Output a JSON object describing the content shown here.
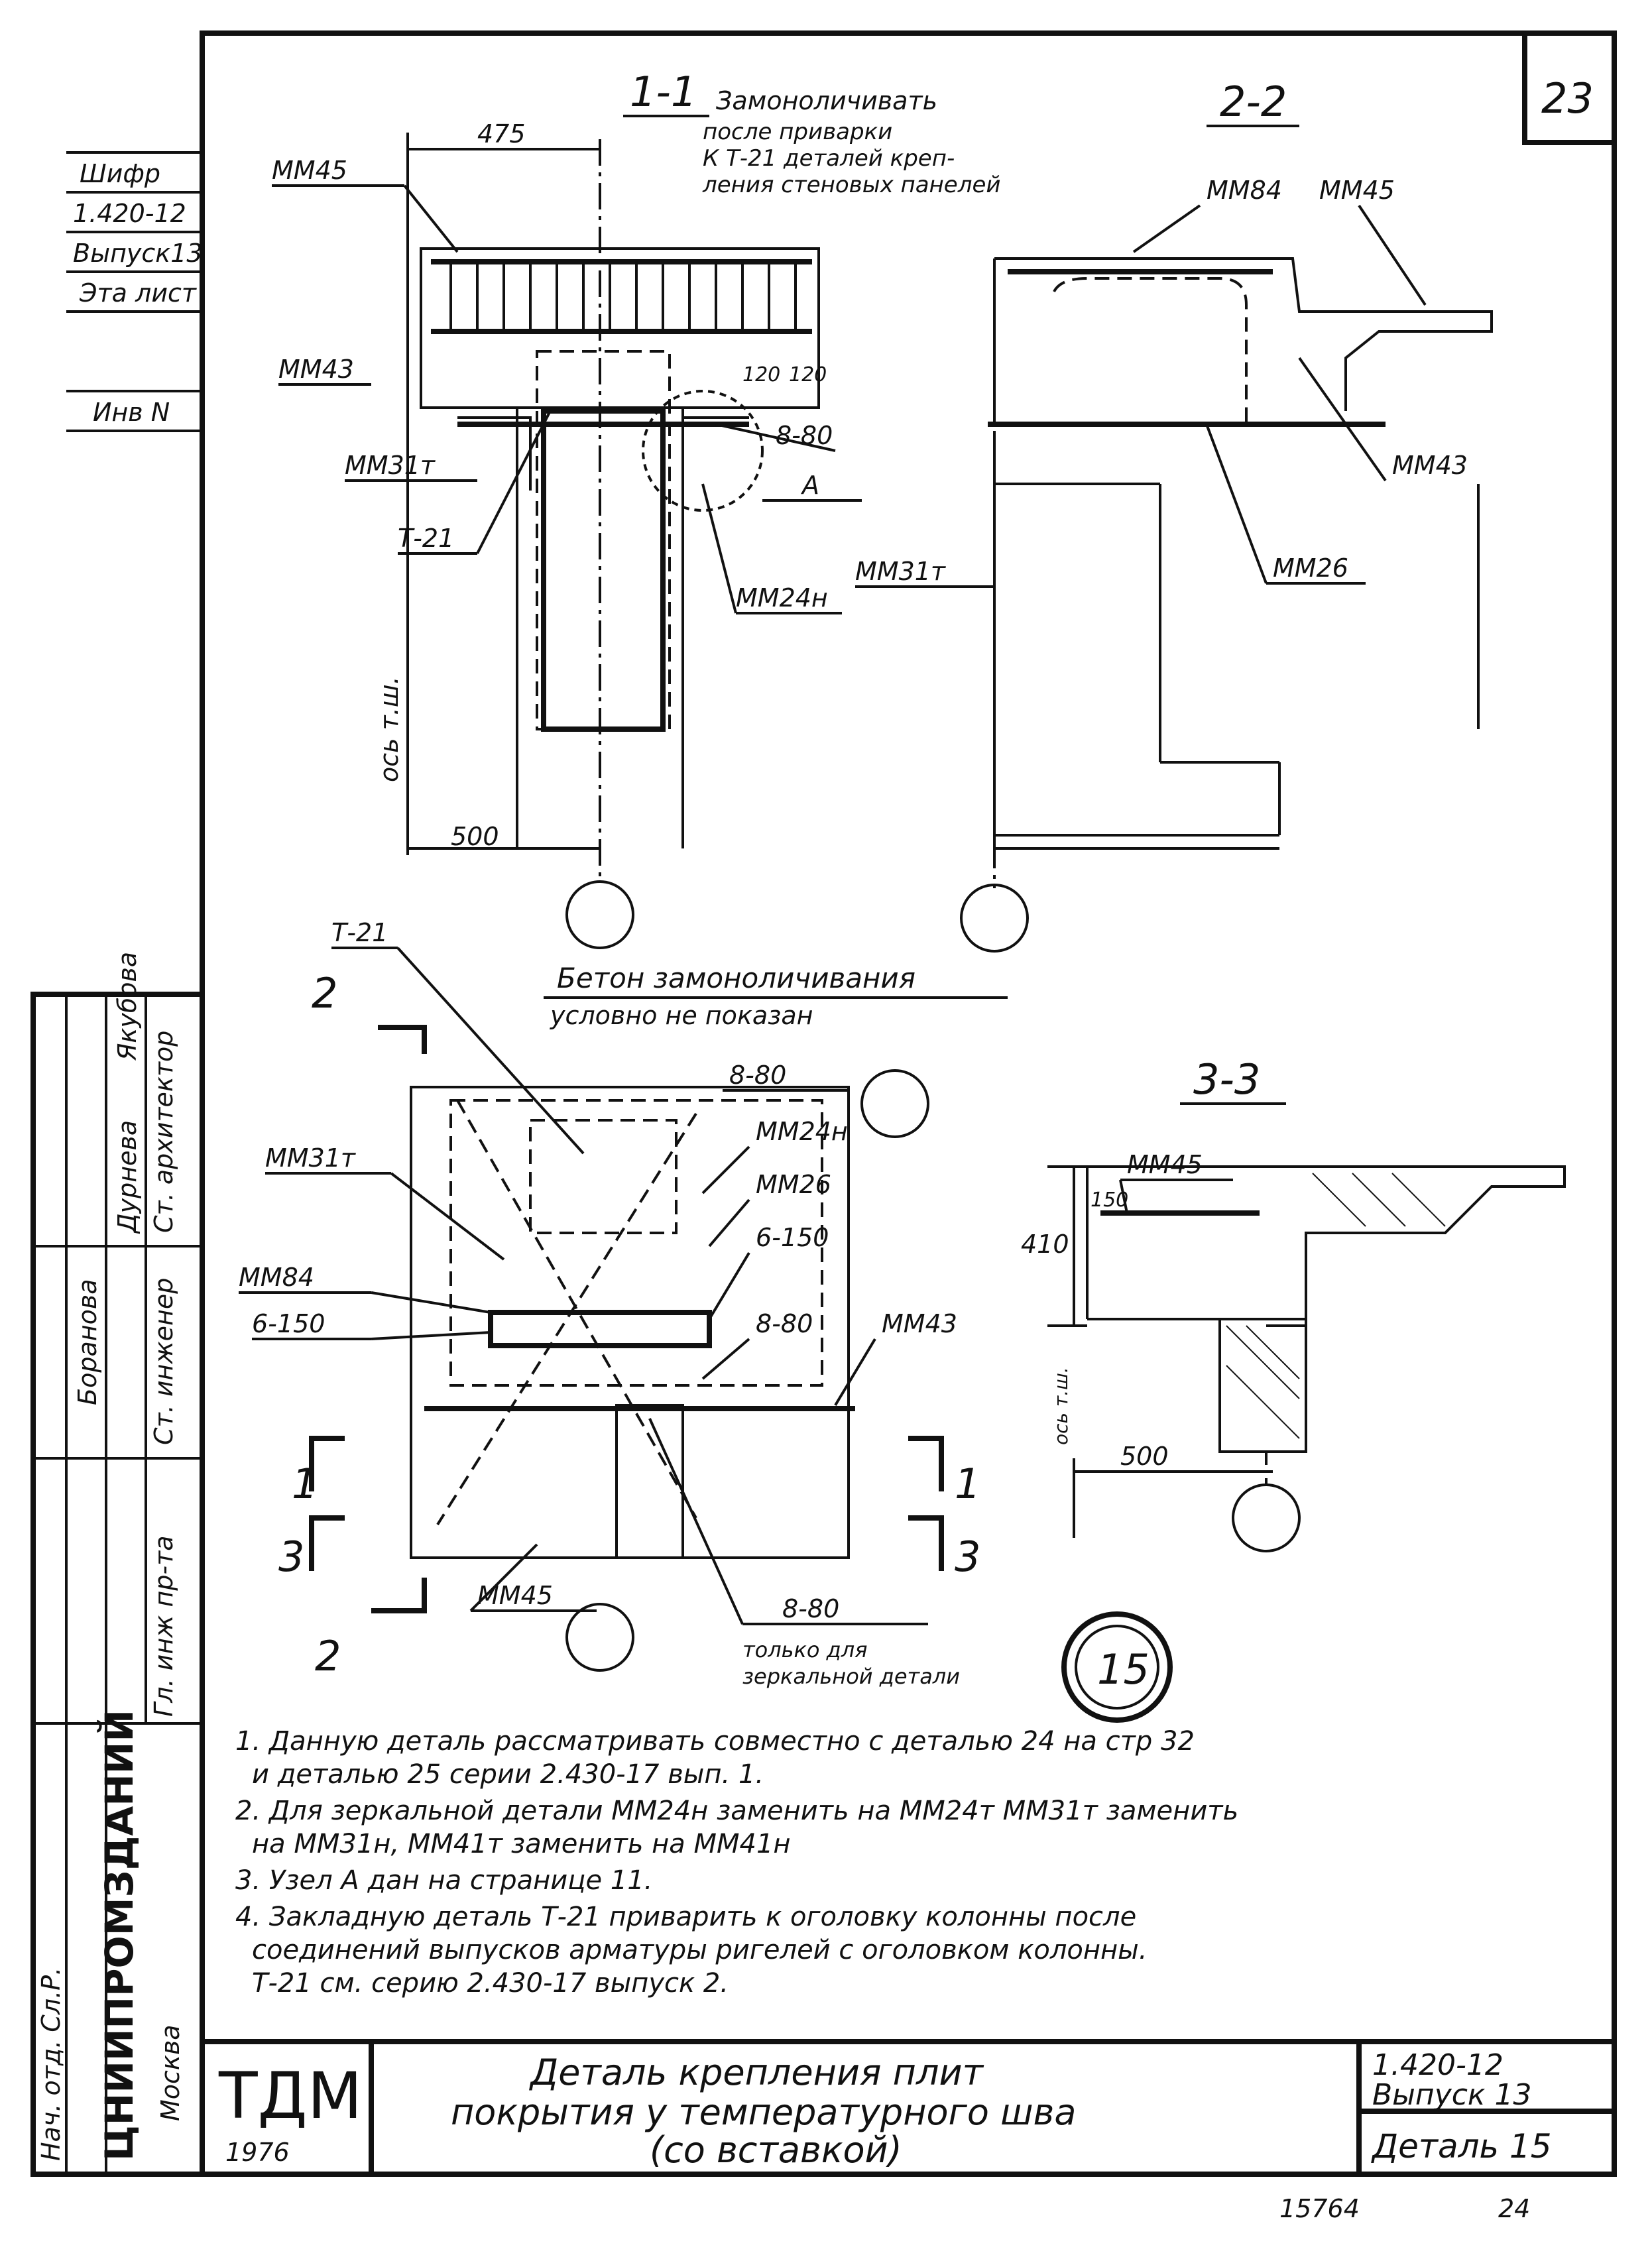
{
  "page_number": "23",
  "stamp_left": {
    "lines": [
      "Шифр",
      "1.420-12",
      "Выпуск13",
      "Эта лист",
      "Инв N"
    ]
  },
  "section_1_1": {
    "title": "1-1",
    "note_lines": [
      "Замоноличивать",
      "после приварки",
      "К Т-21 деталей креп-",
      "ления стеновых панелей"
    ],
    "labels": {
      "mm45": "ММ45",
      "mm43": "ММ43",
      "mm31t": "ММ31т",
      "t21": "Т-21",
      "mm24h": "ММ24н",
      "dim_475": "475",
      "dim_500": "500",
      "dim_120a": "120",
      "dim_120b": "120",
      "weld": "8-80",
      "node": "А",
      "axis": "ось т.ш."
    }
  },
  "section_2_2": {
    "title": "2-2",
    "labels": {
      "mm84": "ММ84",
      "mm45": "ММ45",
      "mm43": "ММ43",
      "mm26": "ММ26",
      "mm31t": "ММ31т"
    }
  },
  "plan": {
    "label_t21": "Т-21",
    "note_lines": [
      "Бетон замоноличивания",
      "условно не показан"
    ],
    "cut_2_top": "2",
    "cut_2_bottom": "2",
    "cut_1_left": "1",
    "cut_1_right": "1",
    "cut_3_left": "3",
    "cut_3_right": "3",
    "labels": {
      "weld_top": "8-80",
      "mm31t": "ММ31т",
      "mm24h": "ММ24н",
      "mm26": "ММ26",
      "w6_150a": "6-150",
      "mm84": "ММ84",
      "w6_150b": "6-150",
      "weld_mid": "8-80",
      "mm43": "ММ43",
      "mm45": "ММ45",
      "weld_bottom": "8-80",
      "mirror_note_1": "только для",
      "mirror_note_2": "зеркальной детали"
    },
    "detail_number": "15"
  },
  "section_3_3": {
    "title": "3-3",
    "labels": {
      "mm45": "ММ45",
      "dim_150": "150",
      "dim_410": "410",
      "dim_500": "500",
      "axis": "ось т.ш."
    }
  },
  "notes": [
    "1. Данную деталь рассматривать совместно с деталью 24 на стр 32",
    "и деталью 25 серии 2.430-17 вып. 1.",
    "2. Для зеркальной детали ММ24н заменить на ММ24т ММ31т заменить",
    "на ММ31н, ММ41т заменить на ММ41н",
    "3. Узел А дан на странице 11.",
    "4. Закладную деталь Т-21 приварить к оголовку колонны после",
    "соединений выпусков арматуры ригелей с оголовком колонны.",
    "Т-21 см. серию 2.430-17 выпуск 2."
  ],
  "signatures": {
    "roles": [
      "Гл. инж пр-та",
      "Ст. инженер",
      "Ст. архитектор"
    ],
    "names": [
      "Дурнева",
      "Якубова",
      "Боранова"
    ],
    "org_1": "ЦНИИПРОМЗДАНИЙ",
    "org_2": "Москва",
    "head": "Нач. отд. Сл.Р."
  },
  "title_block": {
    "logo": "ТДМ",
    "year": "1976",
    "title_lines": [
      "Деталь крепления плит",
      "покрытия у температурного шва",
      "(со вставкой)"
    ],
    "series": "1.420-12",
    "issue": "Выпуск 13",
    "detail": "Деталь 15"
  },
  "footer": {
    "inv": "15764",
    "sheet": "24"
  }
}
